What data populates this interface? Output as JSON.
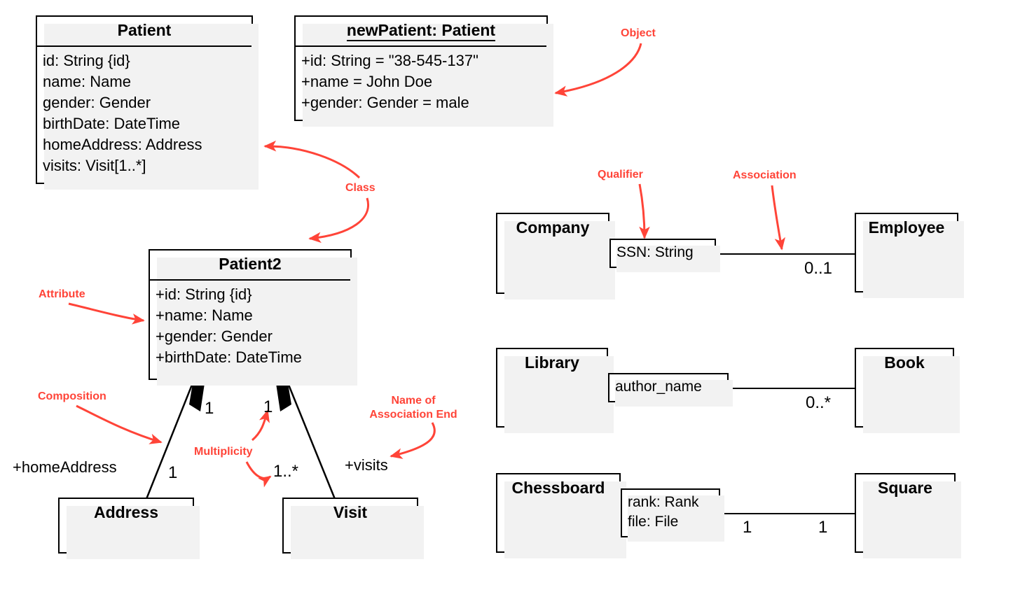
{
  "colors": {
    "annotation_red": "#ff4438",
    "stroke": "#000000",
    "shadow": "#f2f2f2",
    "background": "#ffffff"
  },
  "classes": {
    "patient": {
      "title": "Patient",
      "attributes": [
        "id: String {id}",
        "name: Name",
        "gender: Gender",
        "birthDate: DateTime",
        "homeAddress: Address",
        "visits: Visit[1..*]"
      ]
    },
    "new_patient_object": {
      "title": "newPatient: Patient",
      "slots": [
        "+id: String = \"38-545-137\"",
        "+name = John Doe",
        "+gender: Gender = male"
      ]
    },
    "patient2": {
      "title": "Patient2",
      "attributes": [
        "+id: String {id}",
        "+name: Name",
        "+gender: Gender",
        "+birthDate: DateTime"
      ]
    },
    "address": {
      "title": "Address"
    },
    "visit": {
      "title": "Visit"
    },
    "company": {
      "title": "Company"
    },
    "employee": {
      "title": "Employee"
    },
    "library": {
      "title": "Library"
    },
    "book": {
      "title": "Book"
    },
    "chessboard": {
      "title": "Chessboard"
    },
    "square": {
      "title": "Square"
    }
  },
  "qualifiers": {
    "company_ssn": "SSN: String",
    "library_author": "author_name",
    "chessboard_rank": "rank: Rank",
    "chessboard_file": "file: File"
  },
  "association_ends": {
    "home_address": "+homeAddress",
    "visits": "+visits"
  },
  "multiplicities": {
    "patient2_address_near": "1",
    "patient2_visit_near": "1",
    "address_far": "1",
    "visit_far": "1..*",
    "employee": "0..1",
    "book": "0..*",
    "chessboard_left": "1",
    "square_right": "1"
  },
  "annotations": {
    "object": "Object",
    "class": "Class",
    "attribute": "Attribute",
    "composition": "Composition",
    "multiplicity": "Multiplicity",
    "name_of_association_end_line1": "Name of",
    "name_of_association_end_line2": "Association End",
    "qualifier": "Qualifier",
    "association": "Association"
  }
}
